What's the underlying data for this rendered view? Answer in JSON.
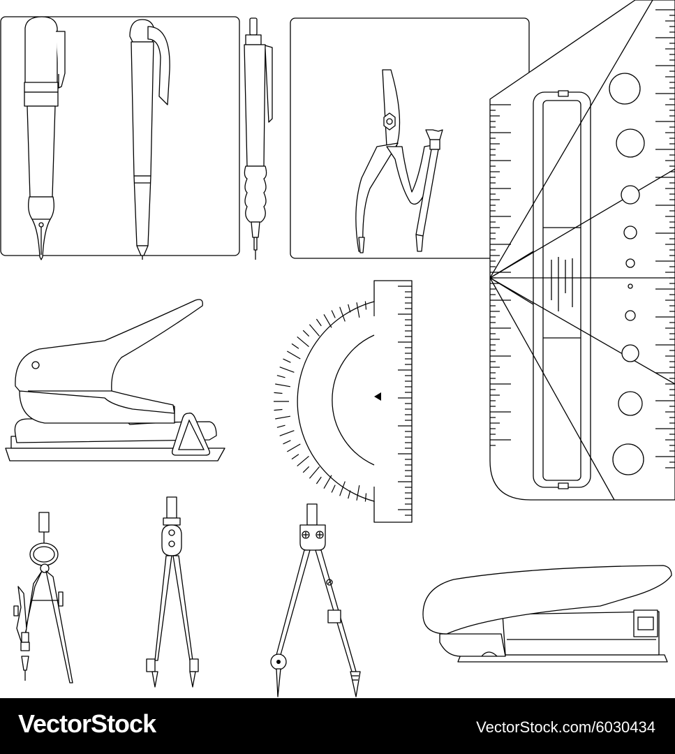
{
  "footer": {
    "brand": "VectorStock",
    "stock_id": "VectorStock.com/6030434",
    "background": "#000000",
    "text_color": "#ffffff"
  },
  "illustration": {
    "style": "black outline drawing on white",
    "items": [
      "fountain-pen-icon",
      "ballpoint-pen-icon",
      "mechanical-pencil-icon",
      "compass-icon",
      "drafting-template-ruler-icon",
      "hole-punch-icon",
      "protractor-icon",
      "bow-compass-icon",
      "divider-icon",
      "drawing-compass-icon",
      "stapler-icon"
    ]
  }
}
